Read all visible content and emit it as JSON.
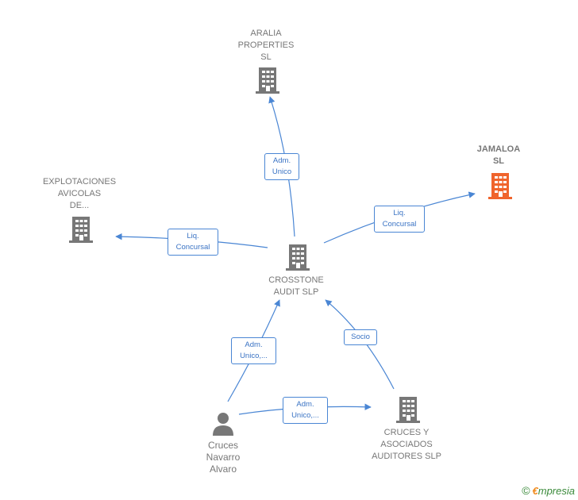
{
  "colors": {
    "edge": "#4a86d4",
    "node": "#777777",
    "focus": "#f0642c"
  },
  "nodes": {
    "aralia": {
      "label": "ARALIA\nPROPERTIES\nSL",
      "icon": "building-icon"
    },
    "jamaloa": {
      "label": "JAMALOA\nSL",
      "icon": "building-icon"
    },
    "explotaciones": {
      "label": "EXPLOTACIONES\nAVICOLAS\nDE...",
      "icon": "building-icon"
    },
    "crosstone": {
      "label": "CROSSTONE\nAUDIT  SLP",
      "icon": "building-icon"
    },
    "cruces_asociados": {
      "label": "CRUCES Y\nASOCIADOS\nAUDITORES SLP",
      "icon": "building-icon"
    },
    "cruces_person": {
      "label": "Cruces\nNavarro\nAlvaro",
      "icon": "person-icon"
    }
  },
  "edges": {
    "crosstone_aralia": "Adm.\nUnico",
    "crosstone_jamaloa": "Liq.\nConcursal",
    "crosstone_explotaciones": "Liq.\nConcursal",
    "person_crosstone": "Adm.\nUnico,...",
    "asociados_crosstone": "Socio",
    "person_asociados": "Adm.\nUnico,..."
  },
  "footer": {
    "copyright": "©",
    "brand_first": "€",
    "brand_rest": "mpresia"
  }
}
